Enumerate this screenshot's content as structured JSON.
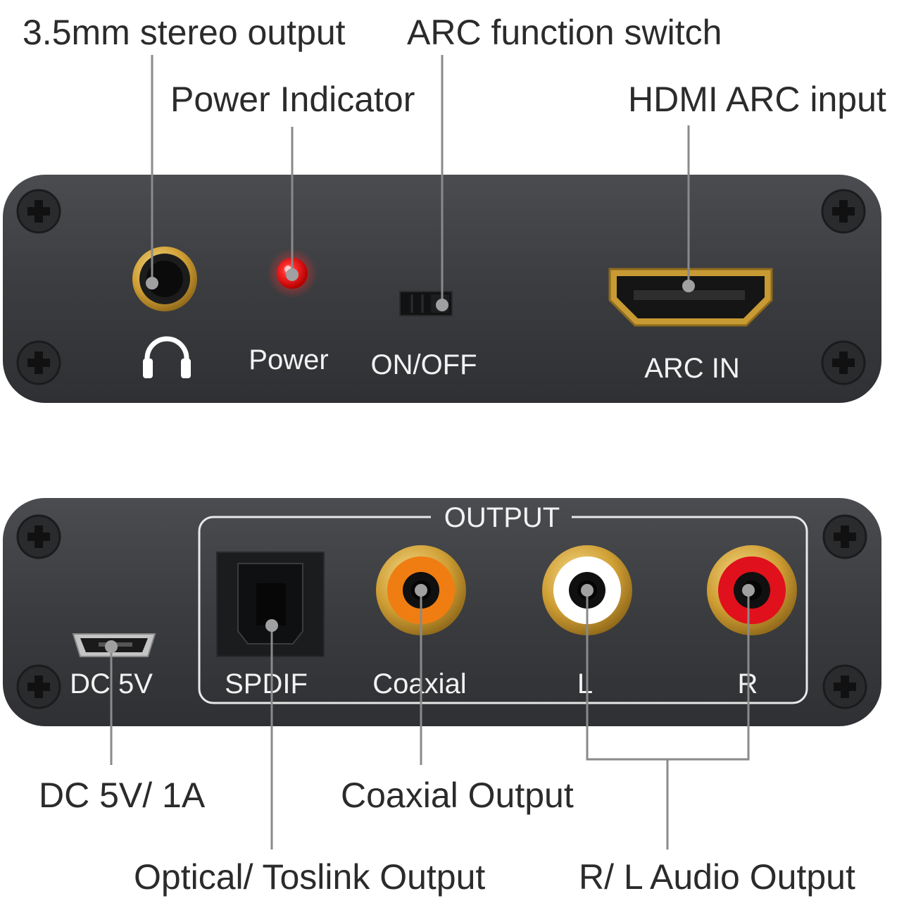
{
  "callouts": {
    "stereo_output": "3.5mm stereo output",
    "arc_switch": "ARC function switch",
    "power_indicator": "Power Indicator",
    "hdmi_arc_input": "HDMI ARC input",
    "dc_power": "DC 5V/ 1A",
    "coaxial_output": "Coaxial Output",
    "optical_output": "Optical/ Toslink Output",
    "rl_audio_output": "R/ L Audio Output"
  },
  "front_panel": {
    "power_label": "Power",
    "switch_label": "ON/OFF",
    "arc_label": "ARC IN"
  },
  "back_panel": {
    "group_label": "OUTPUT",
    "dc_label": "DC 5V",
    "spdif_label": "SPDIF",
    "coaxial_label": "Coaxial",
    "left_label": "L",
    "right_label": "R"
  },
  "colors": {
    "panel": "#3b3d40",
    "led": "#ff1a1a",
    "gold": "#d4a43a",
    "coax_insulator": "#f07d12",
    "left_insulator": "#ffffff",
    "right_insulator": "#e0101c"
  }
}
